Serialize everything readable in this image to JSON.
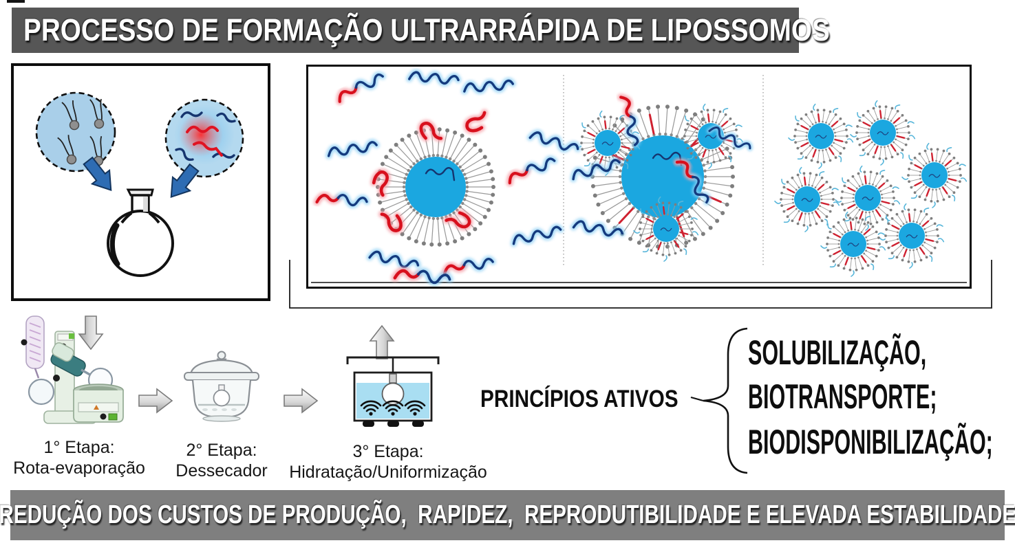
{
  "title_banner": {
    "text": "PROCESSO DE FORMAÇÃO ULTRARRÁPIDA DE LIPOSSOMOS",
    "bg_color": "#565656",
    "text_color": "#ffffff"
  },
  "bottom_banner": {
    "text": "REDUÇÃO DOS CUSTOS DE PRODUÇÃO,  RAPIDEZ,  REPRODUTIBILIDADE E ELEVADA ESTABILIDADE",
    "bg_color": "#7f7f7f",
    "text_color": "#ffffff"
  },
  "steps": [
    {
      "line1": "1° Etapa:",
      "line2": "Rota-evaporação",
      "icon": "rotary-evaporator-icon"
    },
    {
      "line1": "2° Etapa:",
      "line2": "Dessecador",
      "icon": "desiccator-icon"
    },
    {
      "line1": "3° Etapa:",
      "line2": "Hidratação/Uniformização",
      "icon": "ultrasonic-bath-icon"
    }
  ],
  "actives": {
    "label": "PRINCÍPIOS ATIVOS",
    "items": [
      "SOLUBILIZAÇÃO,",
      "BIOTRANSPORTE;",
      "BIODISPONIBILIZAÇÃO;"
    ]
  },
  "icons": {
    "mix_panel": [
      "lipid-molecules-icon",
      "polymer-chains-icon",
      "blue-arrow-icon",
      "round-bottom-flask-icon"
    ],
    "process_panel": [
      "liposome-icon",
      "polymer-chain-icon",
      "red-polymer-segment-icon"
    ],
    "flow_arrows": [
      "down-arrow-icon",
      "right-arrow-icon",
      "up-arrow-icon"
    ]
  },
  "colors": {
    "liposome_core_blue": "#1ba7e0",
    "polymer_navy": "#143a7e",
    "polymer_red": "#d8101d",
    "glow_cyan": "#8fd0f4",
    "arrow_blue": "#2e6cb3",
    "shell_gray": "#8a8a8a",
    "water_blue": "#a9def2",
    "banner_dark_gray": "#565656",
    "banner_gray": "#7f7f7f"
  }
}
